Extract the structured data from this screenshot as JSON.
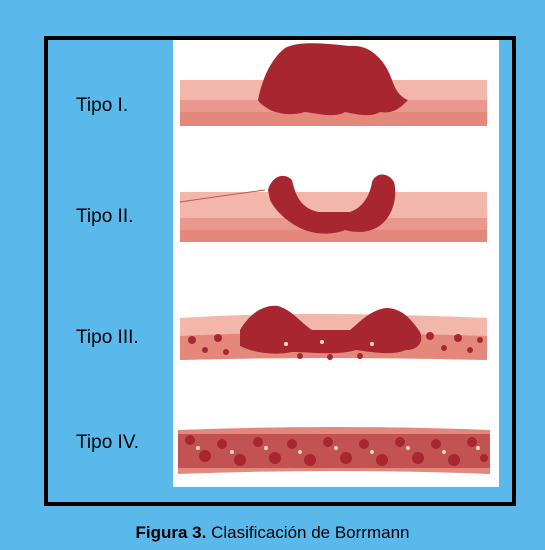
{
  "figure": {
    "types": [
      {
        "label": "Tipo I."
      },
      {
        "label": "Tipo II."
      },
      {
        "label": "Tipo III."
      },
      {
        "label": "Tipo IV."
      }
    ],
    "caption_bold": "Figura 3.",
    "caption_text": " Clasificación de Borrmann"
  },
  "colors": {
    "background": "#5ab8ea",
    "border": "#000000",
    "tissue_light": "#f2b6ab",
    "tissue_mid": "#e5887c",
    "tumor": "#a8262f"
  }
}
